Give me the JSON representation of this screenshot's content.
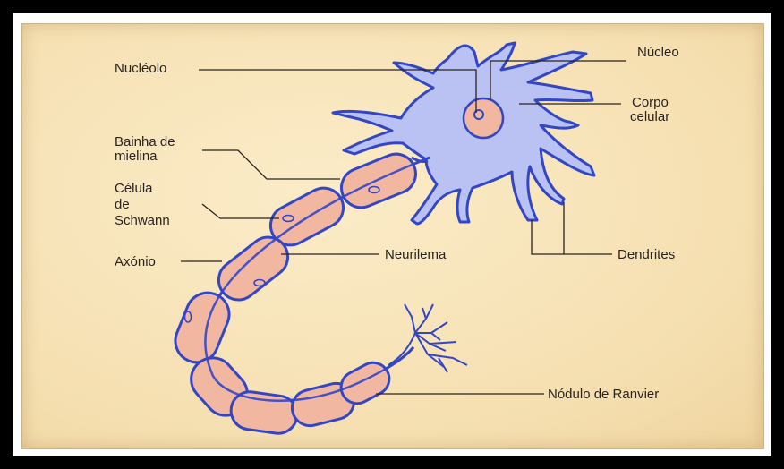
{
  "labels": {
    "nucleolo": "Nucléolo",
    "nucleo": "Núcleo",
    "corpo_line1": "Corpo",
    "corpo_line2": "celular",
    "bainha_line1": "Bainha de",
    "bainha_line2": "mielina",
    "celula_line1": "Célula",
    "celula_line2": "de",
    "celula_line3": "Schwann",
    "axonio": "Axónio",
    "neurilema": "Neurilema",
    "dendrites": "Dendrites",
    "nodulo": "Nódulo de Ranvier"
  },
  "colors": {
    "cell_fill": "#b9c2f2",
    "membrane": "#3346c6",
    "schwann_fill": "#f2b7a0",
    "background": "#f6e2b4"
  }
}
